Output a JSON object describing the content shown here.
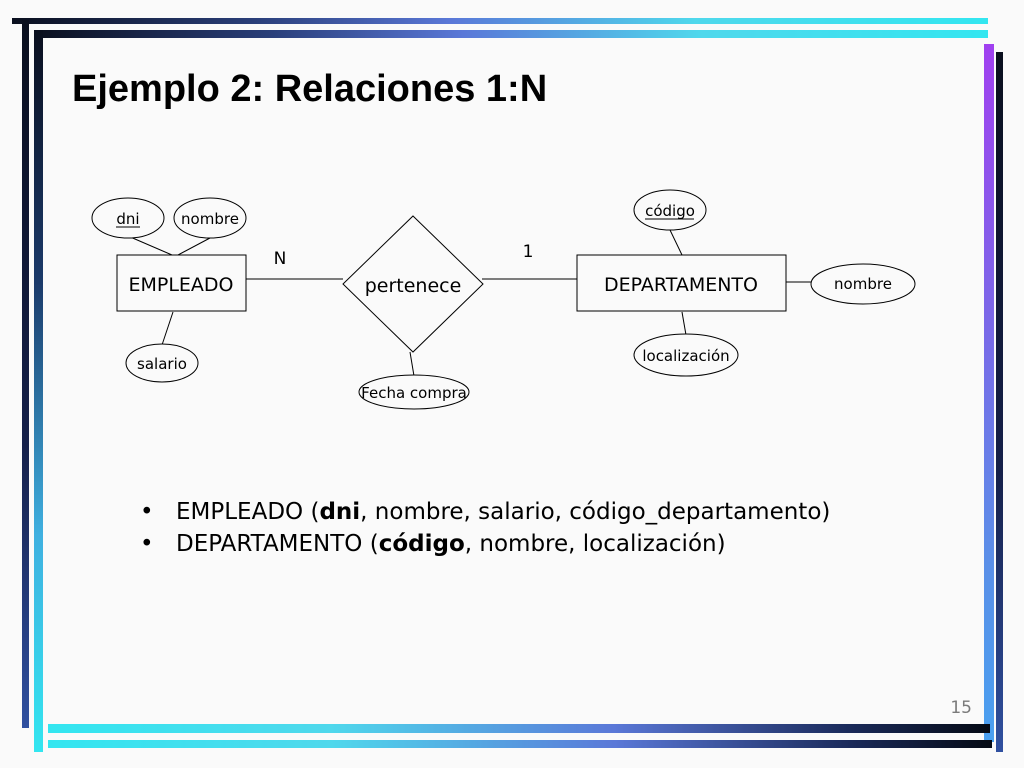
{
  "slide": {
    "title": "Ejemplo 2: Relaciones 1:N",
    "page_number": "15"
  },
  "diagram": {
    "entities": {
      "empleado": "EMPLEADO",
      "departamento": "DEPARTAMENTO"
    },
    "relationship": "pertenece",
    "cardinality": {
      "empleado_side": "N",
      "departamento_side": "1"
    },
    "attributes": {
      "empleado_dni": "dni",
      "empleado_nombre": "nombre",
      "empleado_salario": "salario",
      "relationship_fecha": "Fecha compra",
      "departamento_codigo": "código",
      "departamento_nombre": "nombre",
      "departamento_localizacion": "localización"
    }
  },
  "bullets": [
    {
      "prefix": "EMPLEADO (",
      "key": "dni",
      "suffix": ", nombre, salario, código_departamento)"
    },
    {
      "prefix": "DEPARTAMENTO (",
      "key": "código",
      "suffix": ", nombre, localización)"
    }
  ]
}
